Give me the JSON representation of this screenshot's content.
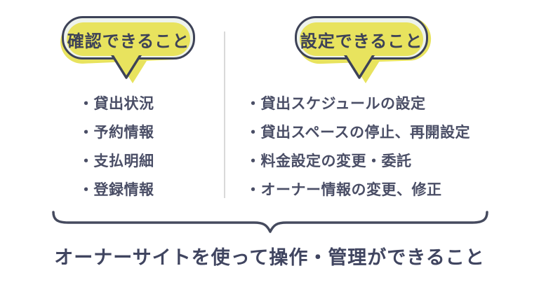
{
  "figure": {
    "caption": "オーナーサイトを使って操作・管理ができること"
  },
  "glyphs": {
    "bullet": "・"
  },
  "columns": {
    "confirm": {
      "bubble_label": "確認できること",
      "items": [
        "貸出状況",
        "予約情報",
        "支払明細",
        "登録情報"
      ]
    },
    "settings": {
      "bubble_label": "設定できること",
      "items": [
        "貸出スケジュールの設定",
        "貸出スペースの停止、再開設定",
        "料金設定の変更・委託",
        "オーナー情報の変更、修正"
      ]
    }
  },
  "colors": {
    "accent_yellow": "#e8e35e",
    "outline_navy": "#3d4257",
    "text_navy": "#4a4e66",
    "caption_navy": "#404560",
    "bubble_inner_pale": "#eef3ec",
    "divider_gray": "#d9d9d9",
    "background": "#ffffff"
  }
}
